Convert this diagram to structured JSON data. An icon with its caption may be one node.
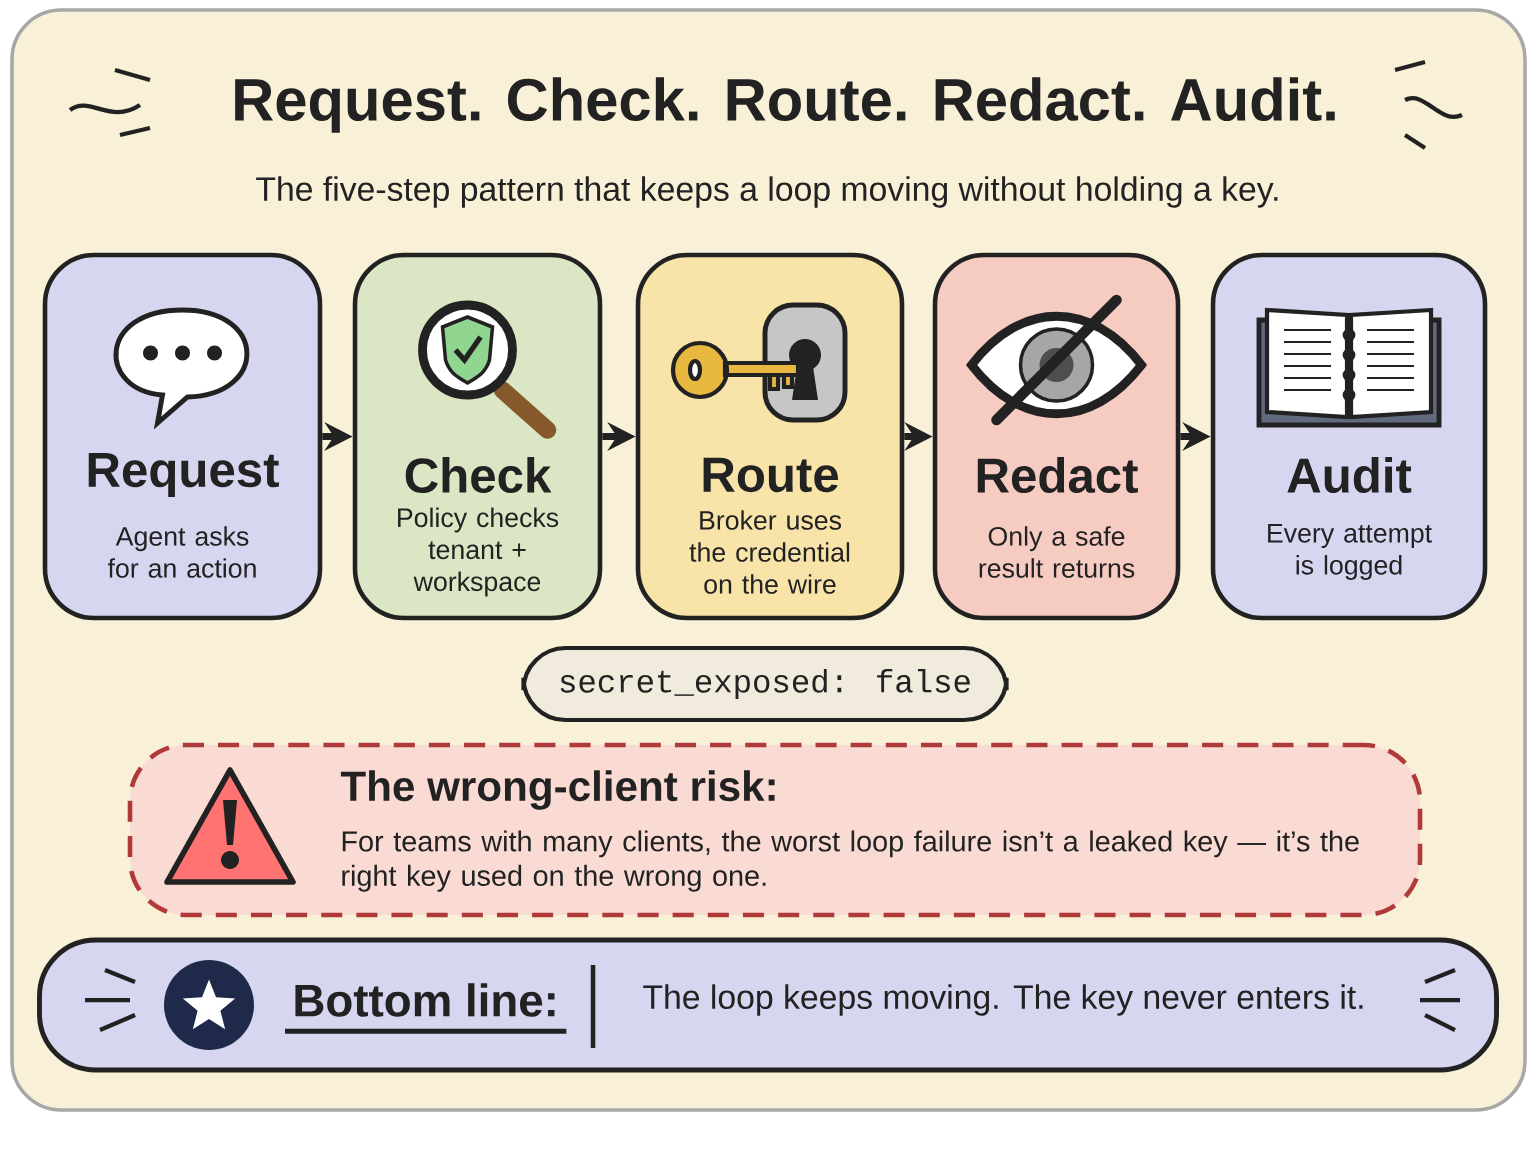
{
  "diagram": {
    "title": "Request. Check. Route. Redact. Audit.",
    "nodes": [
      {
        "text": [
          "Request",
          "Agent asks for an action"
        ]
      },
      {
        "text": [
          "Check",
          "Policy checks tenant + workspace"
        ]
      },
      {
        "text": [
          "Route",
          "Broker uses the credential on the wire"
        ]
      },
      {
        "text": [
          "Redact",
          "Only a safe result returns"
        ]
      },
      {
        "text": [
          "Audit",
          "Every attempt is logged"
        ]
      },
      {
        "text": [
          "secret_exposed: false"
        ]
      },
      {
        "text": [
          "The wrong-client risk:",
          "For teams with many clients, the worst loop failure isn’t a leaked key — it’s the right key used on the wrong one."
        ]
      },
      {
        "text": [
          "Bottom line:",
          "The loop keeps moving. The key never enters it."
        ]
      }
    ],
    "edges": [
      {
        "from": 0,
        "to": 1,
        "arrow": "to"
      },
      {
        "from": 1,
        "to": 2,
        "arrow": "to"
      },
      {
        "from": 2,
        "to": 3,
        "arrow": "to"
      },
      {
        "from": 3,
        "to": 4,
        "arrow": "to"
      }
    ],
    "labels": [
      "The five-step pattern that keeps a loop moving without holding a key."
    ]
  }
}
